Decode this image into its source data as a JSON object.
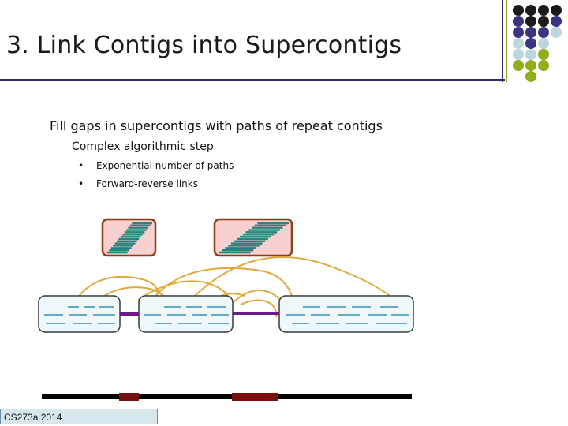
{
  "slide": {
    "title": "3. Link Contigs into Supercontigs",
    "bullet_l1": "Fill gaps in supercontigs with paths of repeat contigs",
    "bullet_l2": "Complex algorithmic step",
    "bullets_l3": [
      {
        "marker": "•",
        "text": "Exponential number of paths"
      },
      {
        "marker": "•",
        "text": "Forward-reverse links"
      }
    ],
    "footer": "CS273a 2014"
  },
  "colors": {
    "title_rule": "#2e2a6e",
    "accent_green": "#8fae1b",
    "repeat_box_fill": "#f7d0cf",
    "repeat_box_border": "#8c3b14",
    "repeat_reads": "#2f7f7c",
    "contig_fill": "#eef7fa",
    "contig_border": "#3a3a3a",
    "read_lines": "#3a8fb0",
    "links": "#e0a93a",
    "gap_fill": "#6b1a86",
    "genome_bar": "#000000",
    "genome_gap": "#7a0f0f"
  },
  "diagram": {
    "repeat_contigs": [
      "repeat-contig-1",
      "repeat-contig-2"
    ],
    "contigs": [
      "contig-left",
      "contig-middle",
      "contig-right"
    ],
    "icons": [
      "decorative-dot-grid-icon"
    ]
  }
}
